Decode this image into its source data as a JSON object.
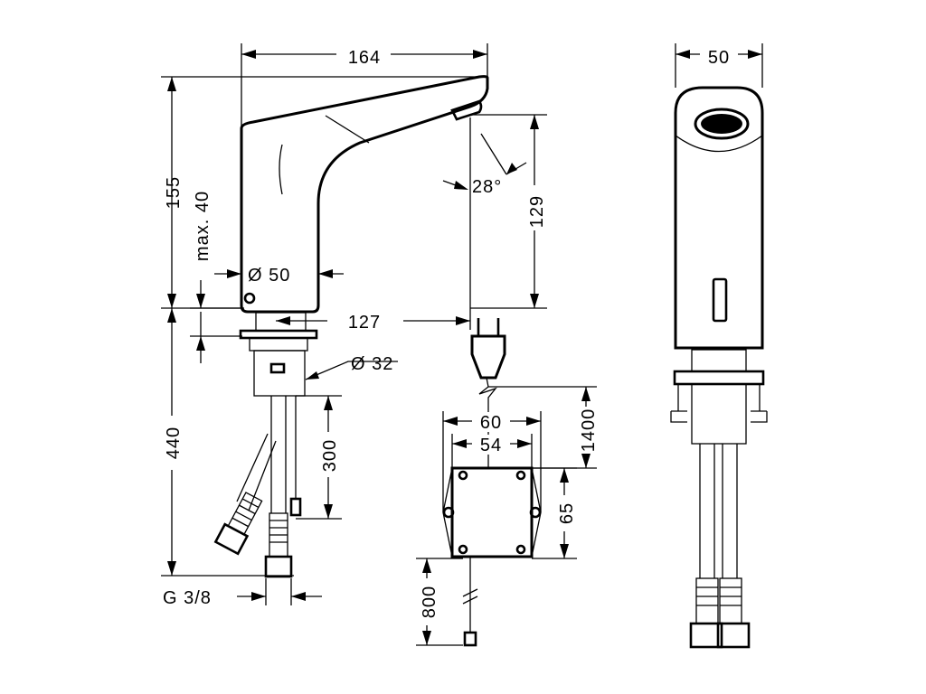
{
  "dimensions": {
    "width_164": "164",
    "width_50_side": "50",
    "height_155": "155",
    "max_40": "max. 40",
    "dia_50": "Ø 50",
    "dia_32": "Ø 32",
    "reach_127": "127",
    "height_129": "129",
    "angle_28": "28°",
    "len_440": "440",
    "len_300": "300",
    "box_60": "60",
    "box_54": "54",
    "cable_1400": "1400",
    "box_65": "65",
    "cable_800": "800",
    "thread_g38": "G 3/8"
  }
}
